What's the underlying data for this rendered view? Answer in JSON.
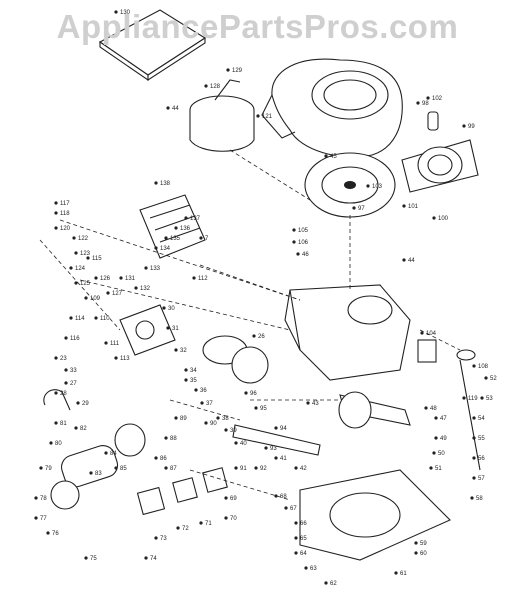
{
  "watermark": "AppliancePartsPros.com",
  "callouts": [
    "130",
    "128",
    "129",
    "44",
    "121",
    "98",
    "102",
    "103",
    "99",
    "101",
    "100",
    "105",
    "106",
    "46",
    "45",
    "44",
    "97",
    "104",
    "108",
    "115",
    "119",
    "7",
    "112",
    "26",
    "23",
    "33",
    "27",
    "28",
    "29",
    "30",
    "31",
    "32",
    "34",
    "35",
    "36",
    "37",
    "38",
    "39",
    "40",
    "41",
    "42",
    "43",
    "47",
    "48",
    "49",
    "50",
    "51",
    "52",
    "53",
    "54",
    "55",
    "56",
    "57",
    "58",
    "59",
    "60",
    "61",
    "62",
    "63",
    "64",
    "65",
    "66",
    "67",
    "68",
    "69",
    "70",
    "71",
    "72",
    "73",
    "74",
    "75",
    "76",
    "77",
    "78",
    "79",
    "80",
    "81",
    "82",
    "83",
    "84",
    "85",
    "86",
    "87",
    "88",
    "89",
    "90",
    "91",
    "92",
    "93",
    "94",
    "95",
    "96",
    "109",
    "110",
    "111",
    "113",
    "114",
    "116",
    "117",
    "118",
    "120",
    "122",
    "123",
    "124",
    "125",
    "126",
    "127",
    "131",
    "132",
    "133",
    "134",
    "135",
    "136",
    "137",
    "138"
  ]
}
